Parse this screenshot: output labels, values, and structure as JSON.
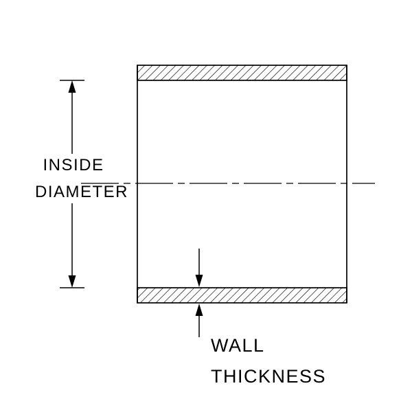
{
  "diagram": {
    "colors": {
      "line": "#000000",
      "background": "#ffffff"
    },
    "labels": {
      "inside_diameter_line1": "INSIDE",
      "inside_diameter_line2": "DIAMETER",
      "wall_thickness_line1": "WALL",
      "wall_thickness_line2": "THICKNESS"
    }
  }
}
